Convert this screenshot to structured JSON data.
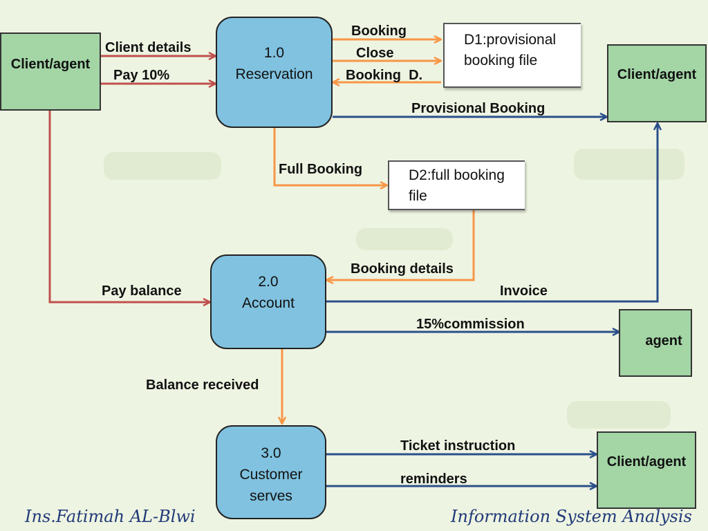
{
  "colors": {
    "entity_fill": "#a3d5a5",
    "process_fill": "#80c2e0",
    "red_flow": "#c0504d",
    "orange_flow": "#f79646",
    "blue_flow": "#2a4f8a",
    "footer_text": "#203a78"
  },
  "entities": {
    "client_agent_left": "Client/agent",
    "client_agent_right": "Client/agent",
    "agent": "agent",
    "client_agent_bottom": "Client/agent"
  },
  "processes": {
    "reservation": {
      "id": "1.0",
      "name": "Reservation"
    },
    "account": {
      "id": "2.0",
      "name": "Account"
    },
    "customer_serves": {
      "id": "3.0",
      "name_line1": "Customer",
      "name_line2": "serves"
    }
  },
  "stores": {
    "d1": {
      "line1": "D1:provisional",
      "line2": "booking file"
    },
    "d2": {
      "line1": "D2:full booking",
      "line2": "file"
    }
  },
  "flows": {
    "client_details": "Client details",
    "pay_10": "Pay 10%",
    "booking": "Booking",
    "close": "Close",
    "booking_d": "Booking  D.",
    "provisional_booking": "Provisional Booking",
    "full_booking": "Full Booking",
    "booking_details": "Booking details",
    "pay_balance": "Pay balance",
    "invoice": "Invoice",
    "commission": "15%commission",
    "balance_received": "Balance received",
    "ticket_instruction": "Ticket instruction",
    "reminders": "reminders"
  },
  "footer": {
    "author": "Ins.Fatimah AL-Blwi",
    "course": "Information System Analysis"
  }
}
